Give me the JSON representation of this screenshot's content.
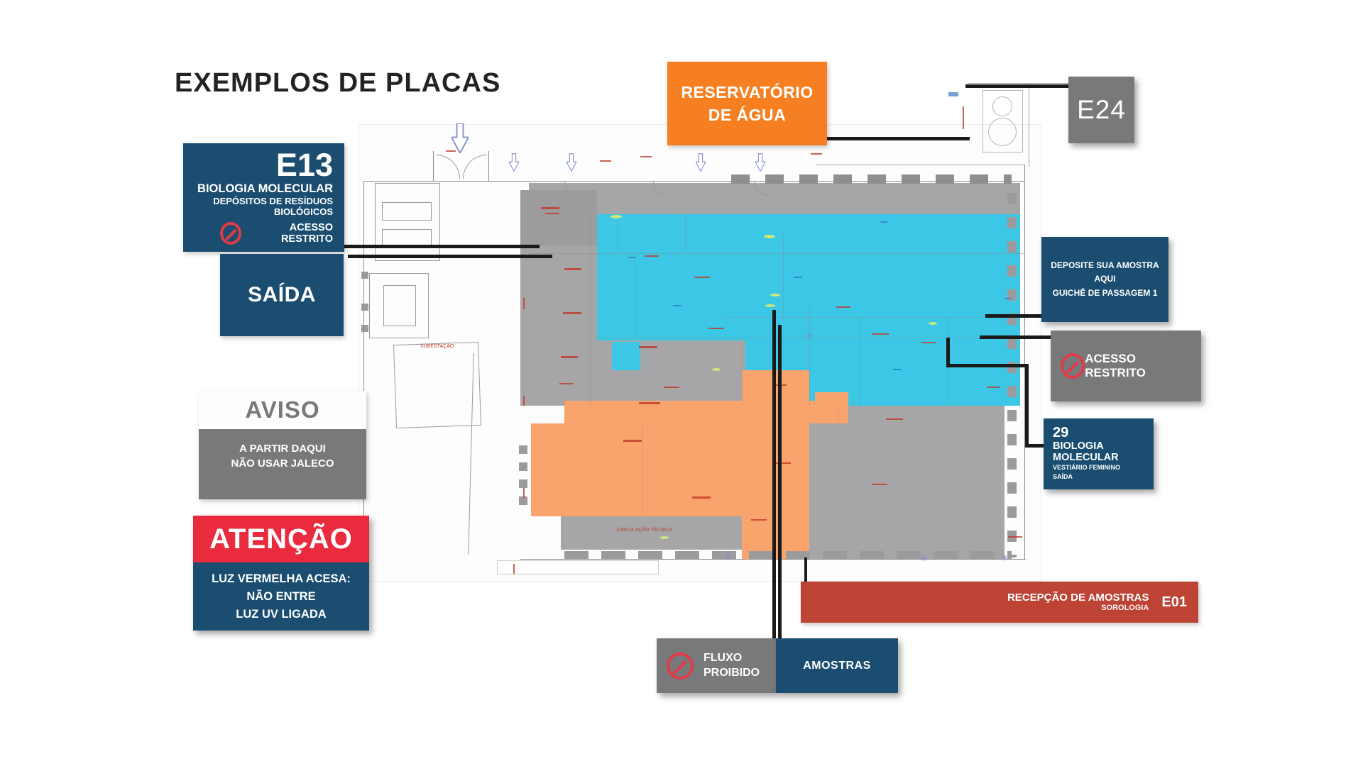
{
  "title": "EXEMPLOS DE PLACAS",
  "signs": {
    "e13": {
      "code": "E13",
      "line1": "BIOLOGIA MOLECULAR",
      "line2": "DEPÓSITOS DE RESÍDUOS",
      "line3": "BIOLÓGICOS",
      "restriction": "ACESSO RESTRITO"
    },
    "saida": {
      "label": "SAÍDA"
    },
    "aviso": {
      "header": "AVISO",
      "body_line1": "A PARTIR DAQUI",
      "body_line2": "NÃO USAR JALECO"
    },
    "atencao": {
      "header": "ATENÇÃO",
      "body_line1": "LUZ VERMELHA ACESA:",
      "body_line2": "NÃO ENTRE",
      "body_line3": "LUZ UV LIGADA"
    },
    "reservatorio": {
      "line1": "RESERVATÓRIO",
      "line2": "DE ÁGUA"
    },
    "e24": {
      "code": "E24"
    },
    "deposite": {
      "line1": "DEPOSITE SUA AMOSTRA AQUI",
      "line2": "GUICHÊ DE PASSAGEM 1"
    },
    "acesso_restrito": {
      "label": "ACESSO RESTRITO"
    },
    "bio29": {
      "code": "29",
      "line1": "BIOLOGIA MOLECULAR",
      "line2": "VESTIÁRIO FEMININO",
      "line3": "SAÍDA"
    },
    "recepcao": {
      "line1": "RECEPÇÃO DE AMOSTRAS",
      "line2": "SOROLOGIA",
      "code": "E01"
    },
    "fluxo": {
      "line1": "FLUXO",
      "line2": "PROIBIDO"
    },
    "amostras": {
      "label": "AMOSTRAS"
    }
  },
  "plan_labels": {
    "subestacao": "SUBESTAÇÃO",
    "circulacao": "CIRCULAÇÃO TÉCNICA"
  },
  "colors": {
    "dark_blue": "#1a4d70",
    "sign_gray": "#77797b",
    "sign_orange": "#f68021",
    "alert_red": "#ea2b3d",
    "brick_red": "#bd4335",
    "plan_cyan": "#3bc7e5",
    "plan_orange": "#f9a46c",
    "plan_gray": "#a6a6a8",
    "no_entry_red": "#e23b46"
  }
}
